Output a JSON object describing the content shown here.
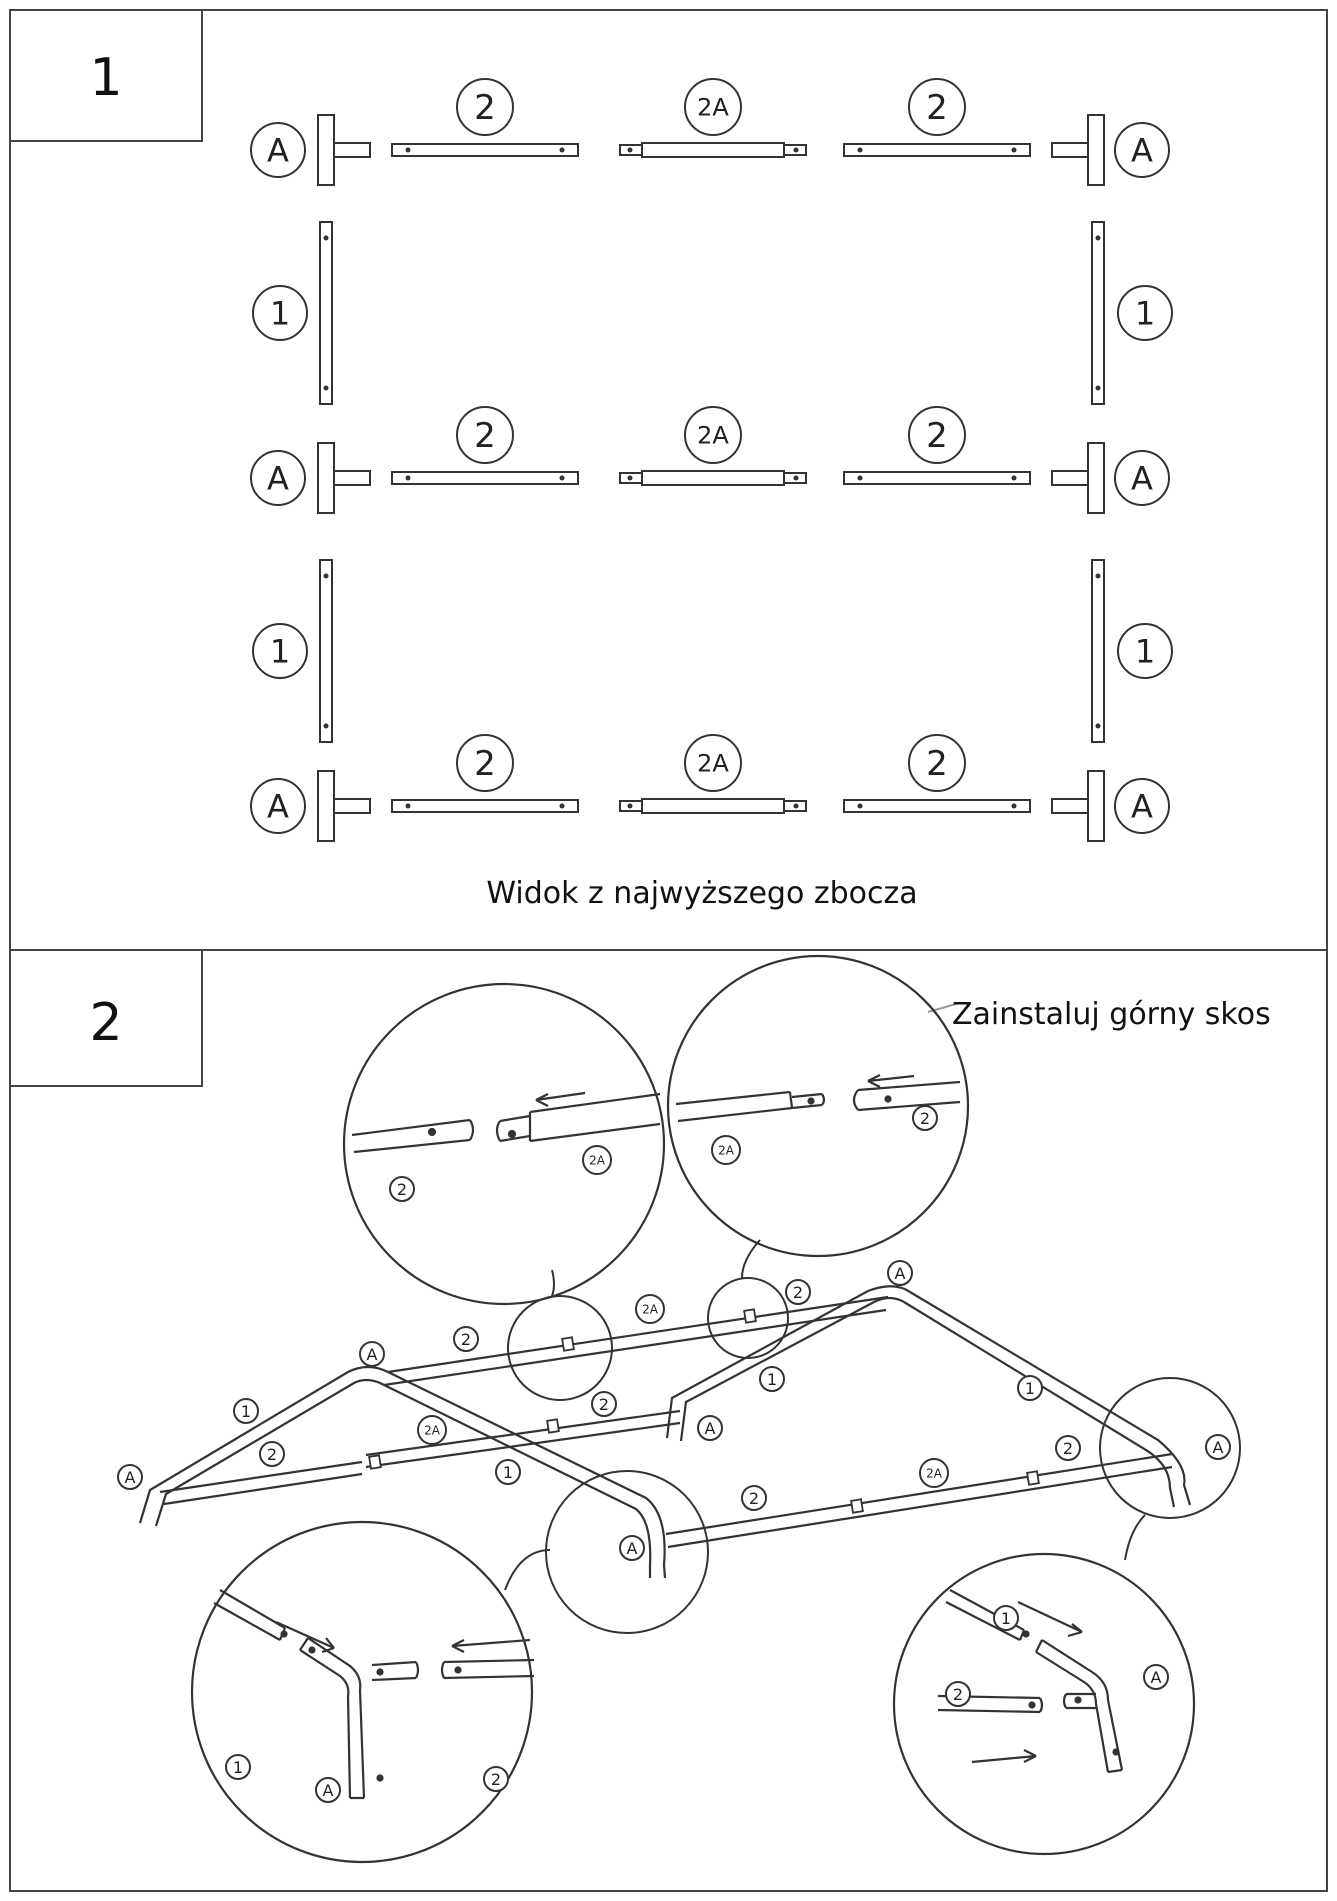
{
  "panel1": {
    "step_number": "1",
    "caption": "Widok z najwyższego zbocza",
    "part_labels": {
      "corner": "A",
      "leg": "1",
      "side_pole": "2",
      "middle_pole": "2A"
    }
  },
  "panel2": {
    "step_number": "2",
    "caption": "Zainstaluj górny skos",
    "part_labels": {
      "corner": "A",
      "leg": "1",
      "side_pole": "2",
      "middle_pole": "2A"
    }
  },
  "colors": {
    "line": "#333333",
    "background": "#ffffff"
  }
}
